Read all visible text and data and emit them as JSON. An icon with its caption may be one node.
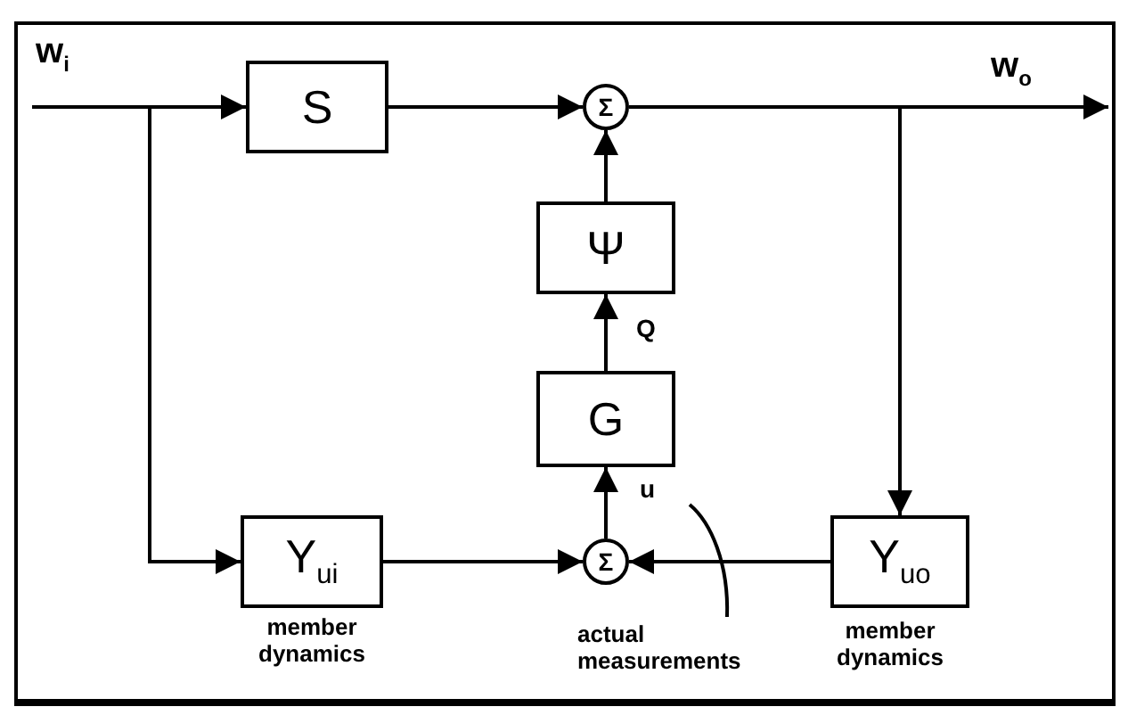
{
  "diagram": {
    "nodes": [
      {
        "text": [
          "S"
        ]
      },
      {
        "text": [
          "Σ"
        ]
      },
      {
        "text": [
          "Ψ"
        ]
      },
      {
        "text": [
          "G"
        ]
      },
      {
        "text": [
          "Y$_{ui}$"
        ],
        "beside": [
          "member dynamics"
        ]
      },
      {
        "text": [
          "Σ"
        ]
      },
      {
        "text": [
          "Y$_{uo}$"
        ],
        "beside": [
          "member dynamics"
        ]
      },
      {
        "text": [
          "actual measurements"
        ]
      }
    ],
    "edges": [
      {
        "from": null,
        "to": 0,
        "arrow": "to"
      },
      {
        "from": null,
        "to": 4,
        "arrow": "to"
      },
      {
        "from": 0,
        "to": 1,
        "arrow": "to"
      },
      {
        "from": 1,
        "to": null,
        "arrow": "to"
      },
      {
        "from": 1,
        "to": 6,
        "arrow": "to"
      },
      {
        "from": 2,
        "to": 1,
        "arrow": "to"
      },
      {
        "from": 3,
        "to": 2,
        "arrow": "to",
        "label": "Q"
      },
      {
        "from": 5,
        "to": 3,
        "arrow": "to",
        "label": "u"
      },
      {
        "from": 4,
        "to": 5,
        "arrow": "to"
      },
      {
        "from": 6,
        "to": 5,
        "arrow": "to"
      },
      {
        "from": 7,
        "to": null,
        "arrow": "none"
      }
    ],
    "labels": [
      "w$_{i}$",
      "w$_{o}$"
    ]
  }
}
